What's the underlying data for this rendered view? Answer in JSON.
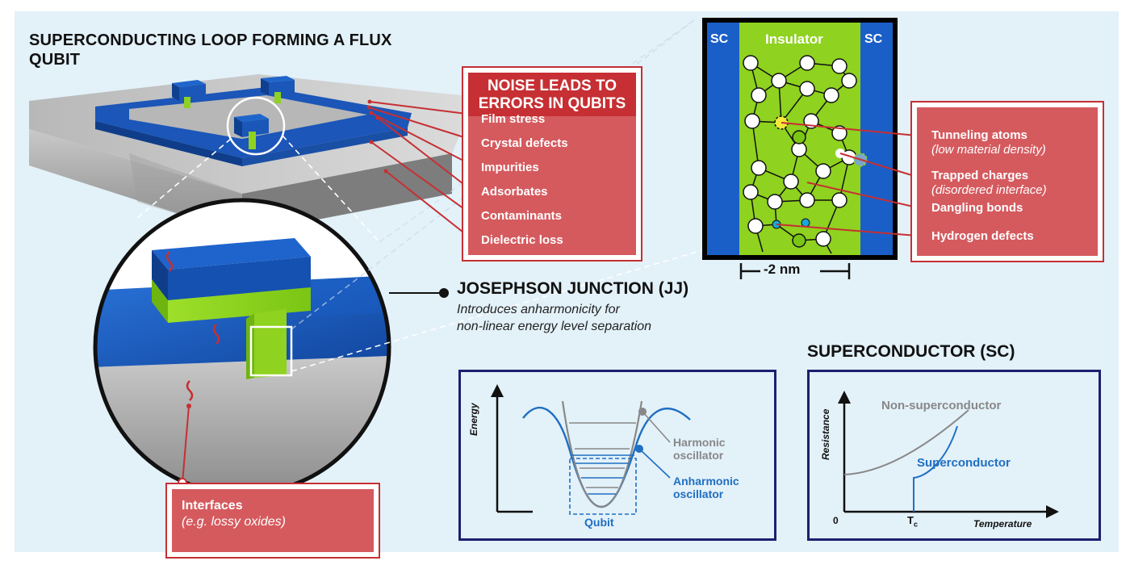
{
  "title": "SUPERCONDUCTING LOOP FORMING A FLUX QUBIT",
  "noise_box": {
    "heading": "NOISE LEADS TO ERRORS IN QUBITS",
    "items": [
      "Film stress",
      "Crystal defects",
      "Impurities",
      "Adsorbates",
      "Contaminants",
      "Dielectric loss"
    ]
  },
  "junction_detail": {
    "left_label": "SC",
    "middle_label": "Insulator",
    "right_label": "SC",
    "scale_label": "-2 nm"
  },
  "defects": [
    {
      "label": "Tunneling atoms",
      "sub": "(low material density)"
    },
    {
      "label": "Trapped charges",
      "sub": "(disordered interface)"
    },
    {
      "label": "Dangling bonds",
      "sub": ""
    },
    {
      "label": "Hydrogen defects",
      "sub": ""
    }
  ],
  "interfaces": {
    "label": "Interfaces",
    "sub": "(e.g. lossy oxides)"
  },
  "jj": {
    "title": "JOSEPHSON JUNCTION (JJ)",
    "line1": "Introduces anharmonicity for",
    "line2": "non-linear energy level separation"
  },
  "sc_section_title": "SUPERCONDUCTOR (SC)",
  "energy_panel": {
    "ylabel": "Energy",
    "harmonic_line1": "Harmonic",
    "harmonic_line2": "oscillator",
    "anharmonic_line1": "Anharmonic",
    "anharmonic_line2": "oscillator",
    "qubit_label": "Qubit"
  },
  "resistance_panel": {
    "ylabel": "Resistance",
    "xlabel": "Temperature",
    "origin": "0",
    "tc_main": "T",
    "tc_sub": "c",
    "non_sc_label": "Non-superconductor",
    "sc_label": "Superconductor"
  },
  "colors": {
    "background": "#e3f1f9",
    "red": "#c62f33",
    "red_fill": "#d55a5e",
    "sc_blue": "#1a5fc7",
    "insulator_green": "#8fd21f",
    "navy": "#1c1f6e",
    "harmonic_gray": "#888888",
    "anharmonic_blue": "#1f6fc2"
  }
}
